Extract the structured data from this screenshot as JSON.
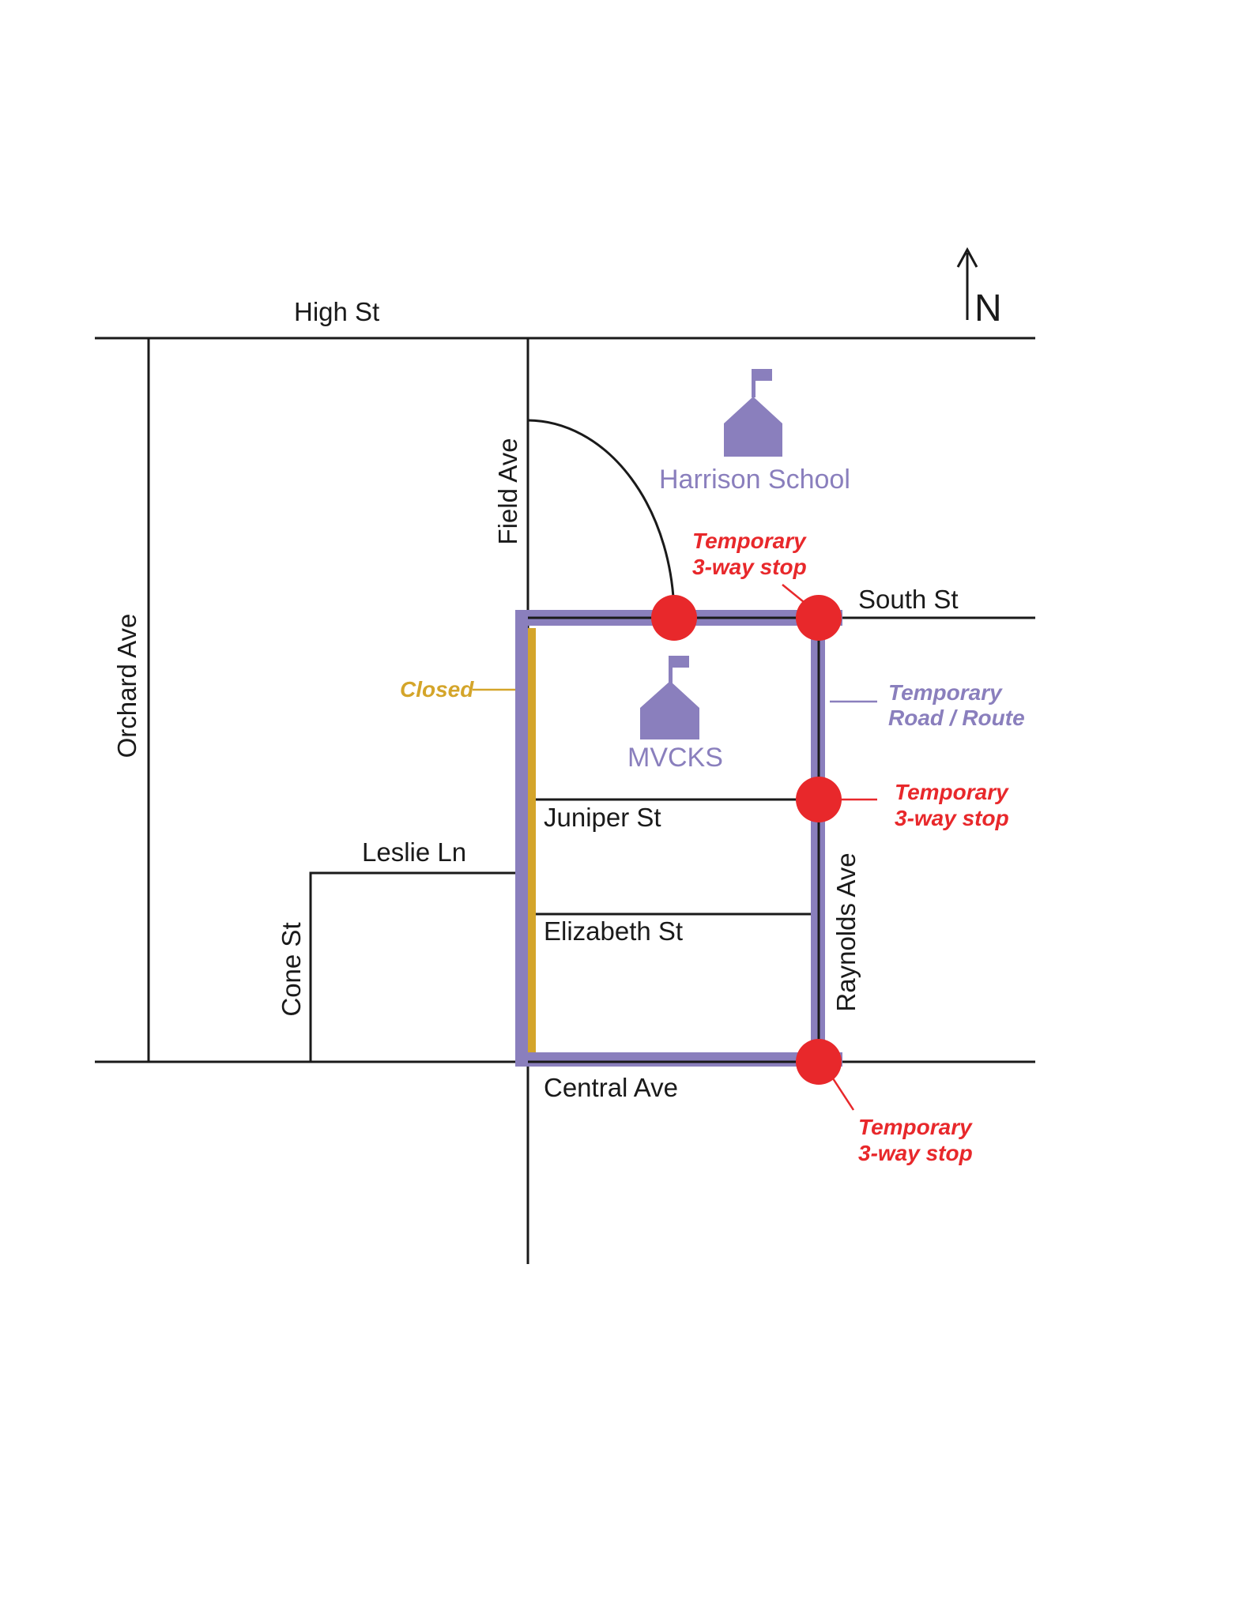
{
  "colors": {
    "road": "#1a1a1a",
    "route": "#8a7fbd",
    "closed": "#d4a52a",
    "stop": "#e8282b",
    "school": "#8a7fbd"
  },
  "compass": {
    "letter": "N"
  },
  "streets": {
    "high": "High St",
    "south": "South St",
    "central": "Central Ave",
    "juniper": "Juniper St",
    "elizabeth": "Elizabeth St",
    "leslie": "Leslie Ln",
    "orchard": "Orchard Ave",
    "field": "Field Ave",
    "cone": "Cone St",
    "raynolds": "Raynolds Ave"
  },
  "schools": {
    "harrison": "Harrison School",
    "mvcks": "MVCKS"
  },
  "notes": {
    "closed": "Closed",
    "temp_route_1": "Temporary",
    "temp_route_2": "Road / Route",
    "stop_line_1": "Temporary",
    "stop_line_2": "3-way stop"
  },
  "icons": [
    "school-icon",
    "north-arrow-icon",
    "stop-marker-icon"
  ]
}
